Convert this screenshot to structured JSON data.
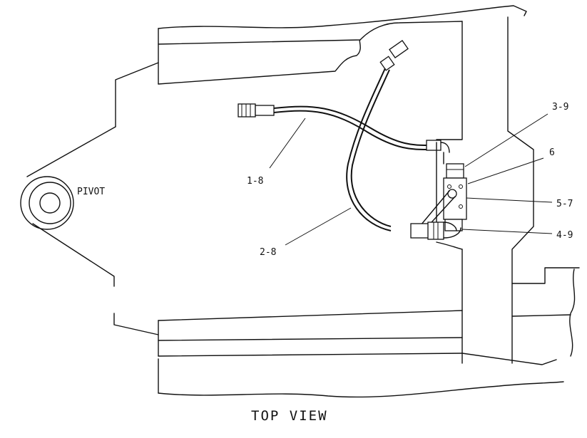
{
  "pivot_label": "PIVOT",
  "view_title": "TOP VIEW",
  "callouts": {
    "c1_8": "1-8",
    "c2_8": "2-8",
    "c3_9": "3-9",
    "c6": "6",
    "c5_7": "5-7",
    "c4_9": "4-9"
  }
}
